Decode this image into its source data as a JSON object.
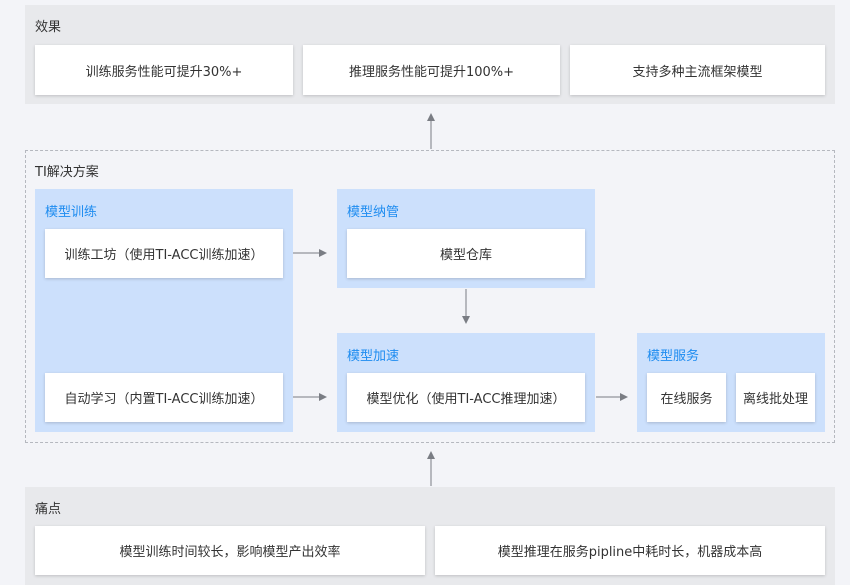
{
  "effects": {
    "title": "效果",
    "items": [
      "训练服务性能可提升30%+",
      "推理服务性能可提升100%+",
      "支持多种主流框架模型"
    ]
  },
  "solution": {
    "title": "TI解决方案",
    "training": {
      "title": "模型训练",
      "workshop": "训练工坊（使用TI-ACC训练加速）",
      "automl": "自动学习（内置TI-ACC训练加速）"
    },
    "management": {
      "title": "模型纳管",
      "repository": "模型仓库"
    },
    "acceleration": {
      "title": "模型加速",
      "optimize": "模型优化（使用TI-ACC推理加速）"
    },
    "serving": {
      "title": "模型服务",
      "online": "在线服务",
      "batch": "离线批处理"
    }
  },
  "pain_points": {
    "title": "痛点",
    "items": [
      "模型训练时间较长，影响模型产出效率",
      "模型推理在服务pipline中耗时长，机器成本高"
    ]
  },
  "colors": {
    "panel_bg": "#e8e9ec",
    "group_bg": "#cce0fc",
    "group_title": "#1e8cf0",
    "arrow": "#7a7d84",
    "dashed_border": "#b5b8bf"
  }
}
